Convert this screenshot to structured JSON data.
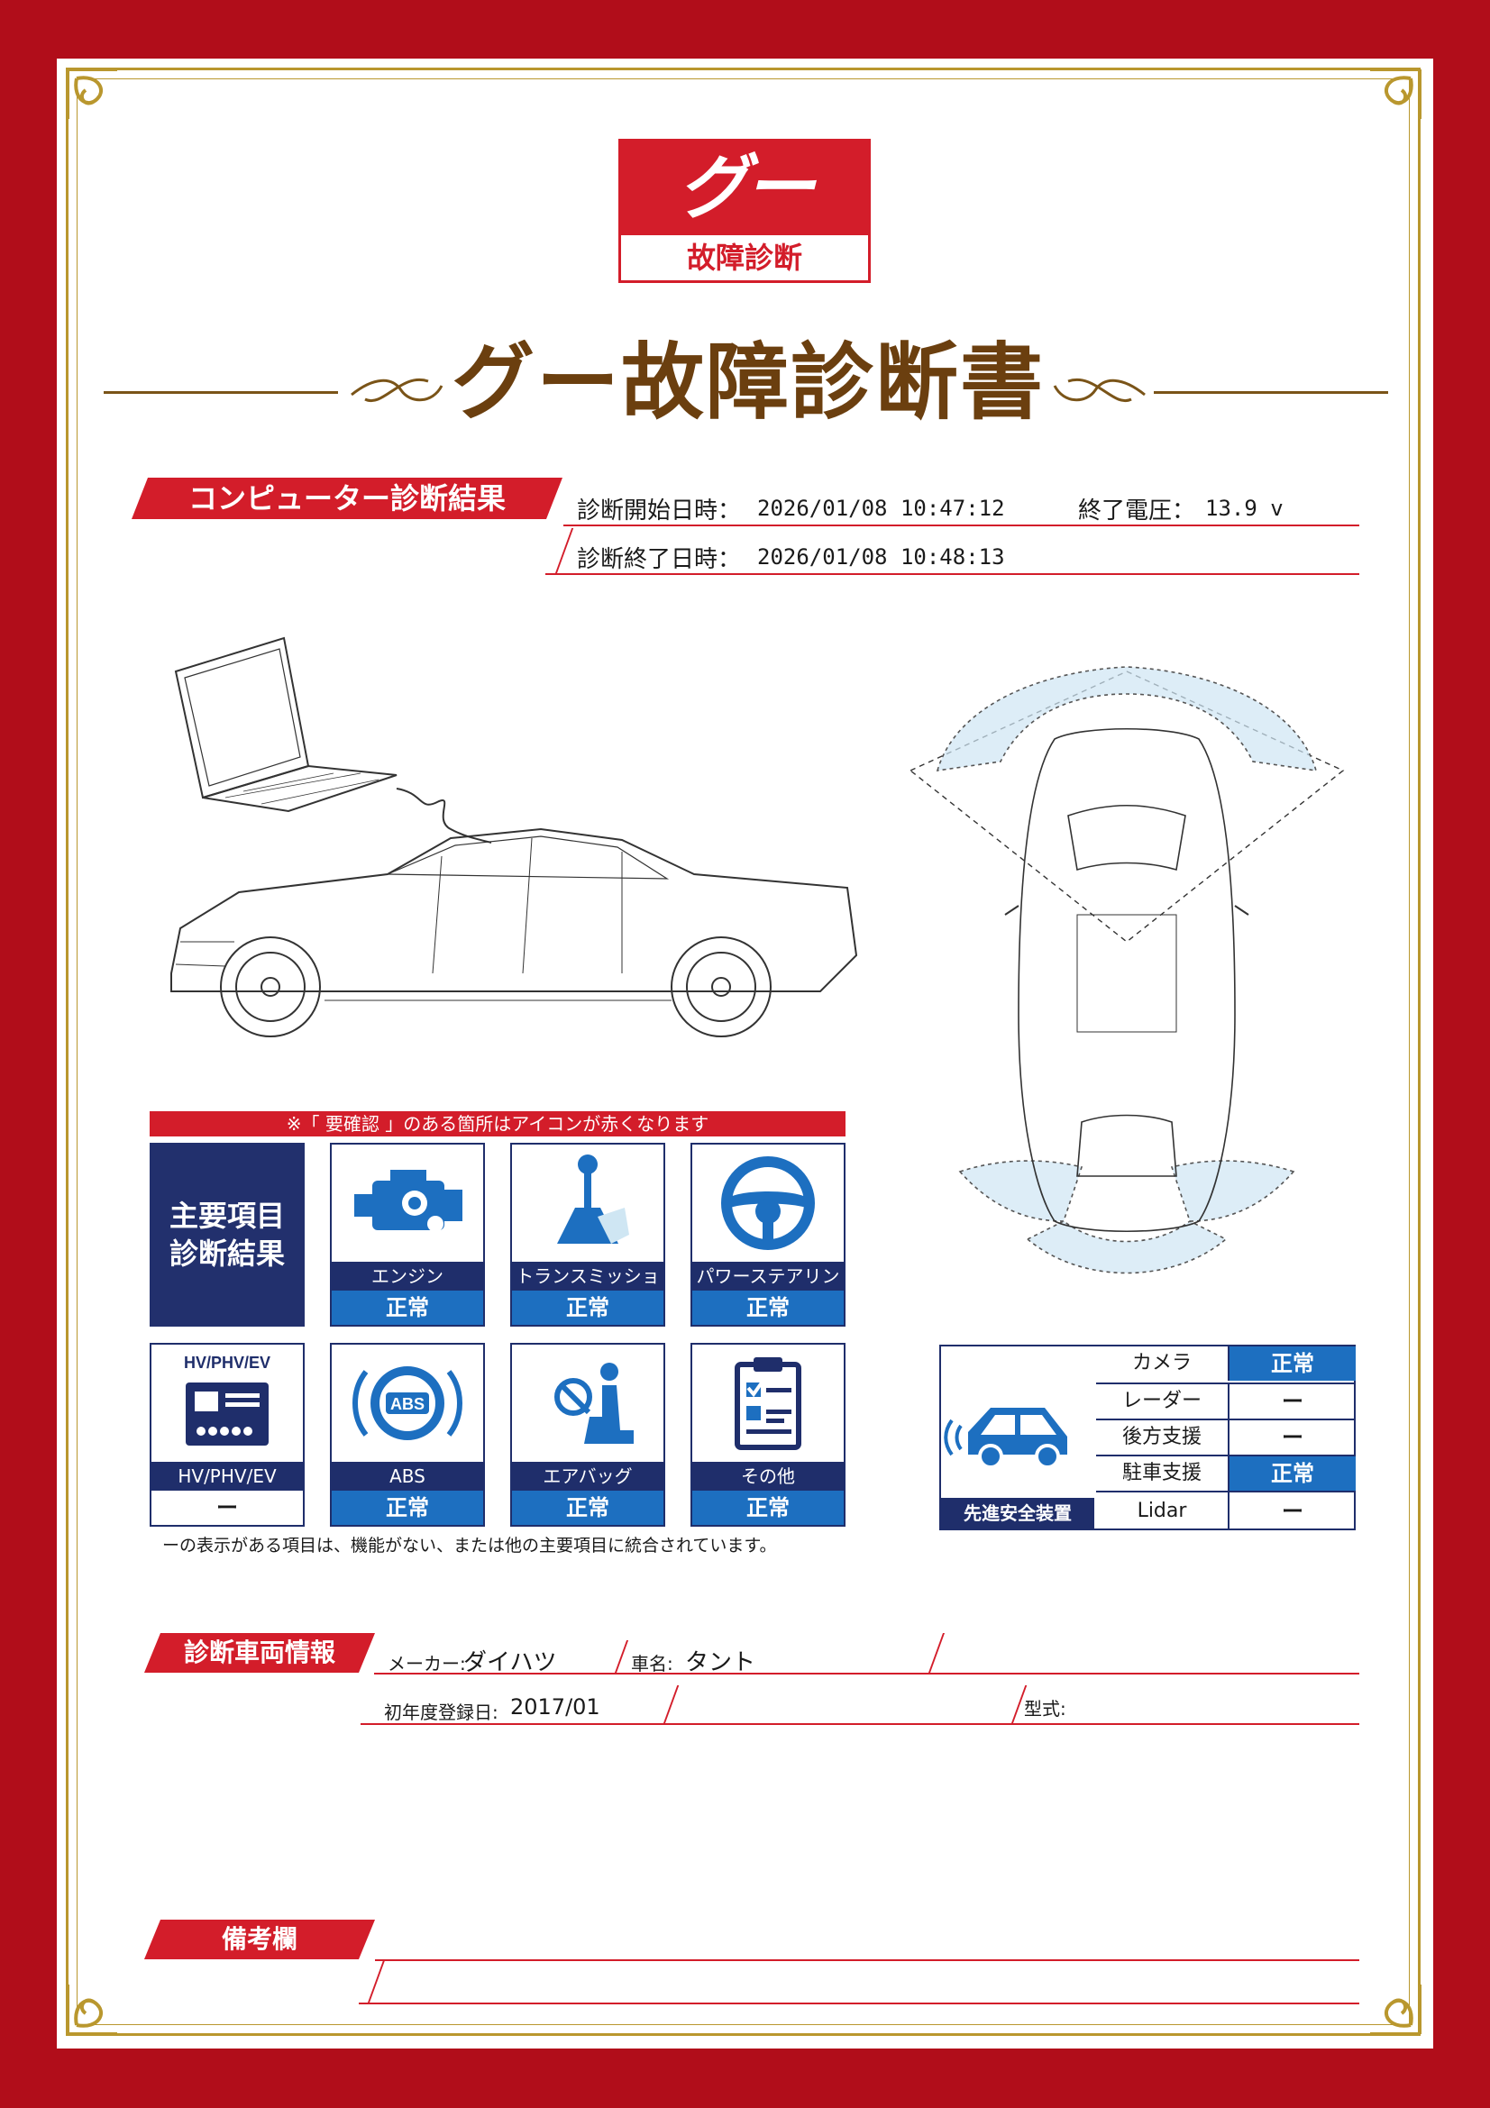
{
  "logo": {
    "mark": "グー",
    "sub": "故障診断"
  },
  "title": "グー故障診断書",
  "section1": {
    "tab": "コンピューター診断結果",
    "start_label": "診断開始日時：",
    "start_value": "2026/01/08 10:47:12",
    "voltage_label": "終了電圧：",
    "voltage_value": "13.9 v",
    "end_label": "診断終了日時：",
    "end_value": "2026/01/08 10:48:13"
  },
  "notice": "※「 要確認 」のある箇所はアイコンが赤くなります",
  "main_label": "主要項目\n診断結果",
  "items": [
    {
      "name": "エンジン",
      "status": "正常",
      "icon": "engine-icon"
    },
    {
      "name": "トランスミッション",
      "status": "正常",
      "icon": "gearshift-icon"
    },
    {
      "name": "パワーステアリング",
      "status": "正常",
      "icon": "steering-wheel-icon"
    },
    {
      "name": "HV/PHV/EV",
      "status": "ー",
      "icon": "hv-battery-icon",
      "icon_text": "HV/PHV/EV"
    },
    {
      "name": "ABS",
      "status": "正常",
      "icon": "abs-icon",
      "icon_text": "ABS"
    },
    {
      "name": "エアバッグ",
      "status": "正常",
      "icon": "airbag-icon"
    },
    {
      "name": "その他",
      "status": "正常",
      "icon": "clipboard-icon"
    }
  ],
  "footnote": "ーの表示がある項目は、機能がない、または他の主要項目に統合されています。",
  "adas": {
    "label": "先進安全装置",
    "rows": [
      {
        "k": "カメラ",
        "v": "正常"
      },
      {
        "k": "レーダー",
        "v": "ー"
      },
      {
        "k": "後方支援",
        "v": "ー"
      },
      {
        "k": "駐車支援",
        "v": "正常"
      },
      {
        "k": "Lidar",
        "v": "ー"
      }
    ]
  },
  "vehicle": {
    "tab": "診断車両情報",
    "maker_label": "メーカー:",
    "maker_value": "ダイハツ",
    "car_label": "車名:",
    "car_value": "タント",
    "reg_label": "初年度登録日:",
    "reg_value": "2017/01",
    "model_label": "型式:",
    "model_value": ""
  },
  "remarks": {
    "tab": "備考欄"
  },
  "colors": {
    "red": "#d31d2a",
    "navy": "#1f2e6b",
    "blue": "#1d6fc0",
    "gold": "#b9972e",
    "brown": "#6b3f0f"
  }
}
